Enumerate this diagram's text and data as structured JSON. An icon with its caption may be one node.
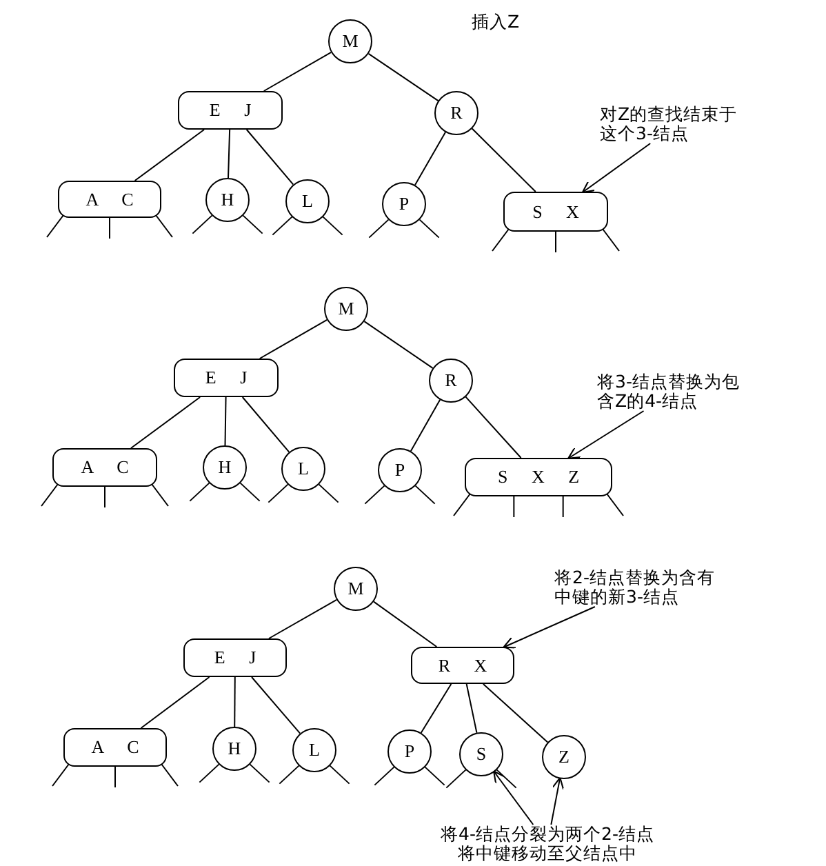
{
  "diagram": {
    "title": "插入Z",
    "nodes": [
      {
        "text": [
          "M"
        ]
      },
      {
        "text": [
          "E J"
        ]
      },
      {
        "text": [
          "R"
        ]
      },
      {
        "text": [
          "A C"
        ]
      },
      {
        "text": [
          "H"
        ]
      },
      {
        "text": [
          "L"
        ]
      },
      {
        "text": [
          "P"
        ]
      },
      {
        "text": [
          "S X"
        ]
      },
      {
        "text": [
          "对Z的查找结束于这个3-结点"
        ]
      },
      {
        "text": [
          "M"
        ]
      },
      {
        "text": [
          "E J"
        ]
      },
      {
        "text": [
          "R"
        ]
      },
      {
        "text": [
          "A C"
        ]
      },
      {
        "text": [
          "H"
        ]
      },
      {
        "text": [
          "L"
        ]
      },
      {
        "text": [
          "P"
        ]
      },
      {
        "text": [
          "S X Z"
        ]
      },
      {
        "text": [
          "将3-结点替换为包含Z的4-结点"
        ]
      },
      {
        "text": [
          "M"
        ]
      },
      {
        "text": [
          "E J"
        ]
      },
      {
        "text": [
          "R X"
        ]
      },
      {
        "text": [
          "A C"
        ]
      },
      {
        "text": [
          "H"
        ]
      },
      {
        "text": [
          "L"
        ]
      },
      {
        "text": [
          "P"
        ]
      },
      {
        "text": [
          "S"
        ]
      },
      {
        "text": [
          "Z"
        ]
      },
      {
        "text": [
          "将2-结点替换为含有中键的新3-结点"
        ]
      },
      {
        "text": [
          "将4-结点分裂为两个2-结点将中键移动至父结点中"
        ]
      }
    ],
    "edges": [
      {
        "from": 0,
        "to": 1,
        "arrow": "none"
      },
      {
        "from": 0,
        "to": 2,
        "arrow": "none"
      },
      {
        "from": 1,
        "to": 3,
        "arrow": "none"
      },
      {
        "from": 1,
        "to": 4,
        "arrow": "none"
      },
      {
        "from": 1,
        "to": 5,
        "arrow": "none"
      },
      {
        "from": 2,
        "to": 6,
        "arrow": "none"
      },
      {
        "from": 2,
        "to": 7,
        "arrow": "none"
      },
      {
        "from": 8,
        "to": 7,
        "arrow": "to"
      },
      {
        "from": 3,
        "to": null,
        "arrow": "none"
      },
      {
        "from": 3,
        "to": null,
        "arrow": "none"
      },
      {
        "from": 3,
        "to": null,
        "arrow": "none"
      },
      {
        "from": 4,
        "to": null,
        "arrow": "none"
      },
      {
        "from": 4,
        "to": null,
        "arrow": "none"
      },
      {
        "from": 5,
        "to": null,
        "arrow": "none"
      },
      {
        "from": 5,
        "to": null,
        "arrow": "none"
      },
      {
        "from": 6,
        "to": null,
        "arrow": "none"
      },
      {
        "from": 6,
        "to": null,
        "arrow": "none"
      },
      {
        "from": 7,
        "to": null,
        "arrow": "none"
      },
      {
        "from": 7,
        "to": null,
        "arrow": "none"
      },
      {
        "from": 7,
        "to": null,
        "arrow": "none"
      },
      {
        "from": 9,
        "to": 10,
        "arrow": "none"
      },
      {
        "from": 9,
        "to": 11,
        "arrow": "none"
      },
      {
        "from": 10,
        "to": 12,
        "arrow": "none"
      },
      {
        "from": 10,
        "to": 13,
        "arrow": "none"
      },
      {
        "from": 10,
        "to": 14,
        "arrow": "none"
      },
      {
        "from": 11,
        "to": 15,
        "arrow": "none"
      },
      {
        "from": 11,
        "to": 16,
        "arrow": "none"
      },
      {
        "from": 17,
        "to": 16,
        "arrow": "to"
      },
      {
        "from": 12,
        "to": null,
        "arrow": "none"
      },
      {
        "from": 12,
        "to": null,
        "arrow": "none"
      },
      {
        "from": 12,
        "to": null,
        "arrow": "none"
      },
      {
        "from": 13,
        "to": null,
        "arrow": "none"
      },
      {
        "from": 13,
        "to": null,
        "arrow": "none"
      },
      {
        "from": 14,
        "to": null,
        "arrow": "none"
      },
      {
        "from": 14,
        "to": null,
        "arrow": "none"
      },
      {
        "from": 15,
        "to": null,
        "arrow": "none"
      },
      {
        "from": 15,
        "to": null,
        "arrow": "none"
      },
      {
        "from": 16,
        "to": null,
        "arrow": "none"
      },
      {
        "from": 16,
        "to": null,
        "arrow": "none"
      },
      {
        "from": 16,
        "to": null,
        "arrow": "none"
      },
      {
        "from": 16,
        "to": null,
        "arrow": "none"
      },
      {
        "from": 18,
        "to": 19,
        "arrow": "none"
      },
      {
        "from": 18,
        "to": 20,
        "arrow": "none"
      },
      {
        "from": 19,
        "to": 21,
        "arrow": "none"
      },
      {
        "from": 19,
        "to": 22,
        "arrow": "none"
      },
      {
        "from": 19,
        "to": 23,
        "arrow": "none"
      },
      {
        "from": 20,
        "to": 24,
        "arrow": "none"
      },
      {
        "from": 20,
        "to": 25,
        "arrow": "none"
      },
      {
        "from": 20,
        "to": 26,
        "arrow": "none"
      },
      {
        "from": 27,
        "to": 20,
        "arrow": "to"
      },
      {
        "from": 28,
        "to": 25,
        "arrow": "to"
      },
      {
        "from": 28,
        "to": 26,
        "arrow": "to"
      },
      {
        "from": 21,
        "to": null,
        "arrow": "none"
      },
      {
        "from": 21,
        "to": null,
        "arrow": "none"
      },
      {
        "from": 21,
        "to": null,
        "arrow": "none"
      },
      {
        "from": 22,
        "to": null,
        "arrow": "none"
      },
      {
        "from": 22,
        "to": null,
        "arrow": "none"
      },
      {
        "from": 23,
        "to": null,
        "arrow": "none"
      },
      {
        "from": 23,
        "to": null,
        "arrow": "none"
      },
      {
        "from": 24,
        "to": null,
        "arrow": "none"
      },
      {
        "from": 24,
        "to": null,
        "arrow": "none"
      },
      {
        "from": 25,
        "to": null,
        "arrow": "none"
      },
      {
        "from": 25,
        "to": null,
        "arrow": "none"
      }
    ]
  }
}
